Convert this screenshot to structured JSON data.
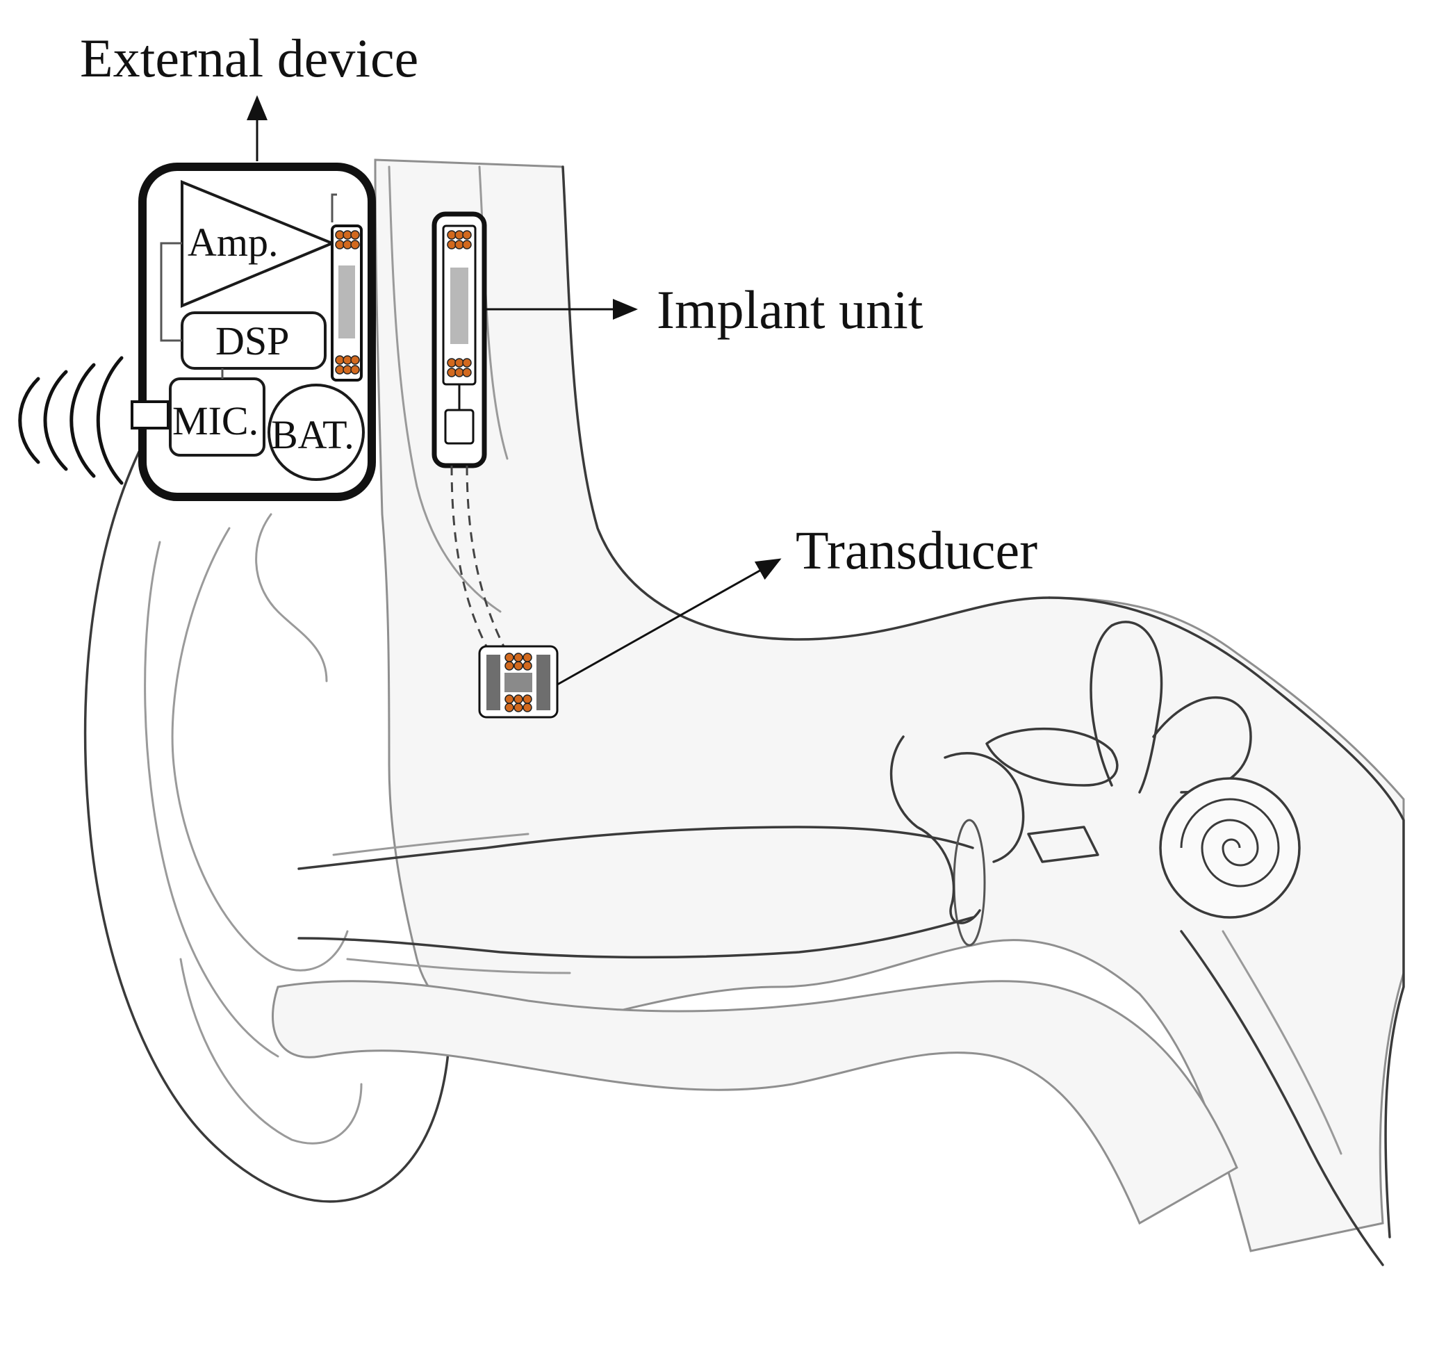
{
  "callouts": {
    "external_device": "External device",
    "implant_unit": "Implant unit",
    "transducer": "Transducer"
  },
  "blocks": {
    "amp": "Amp.",
    "dsp": "DSP",
    "mic": "MIC.",
    "bat": "BAT."
  },
  "colors": {
    "coil_winding": "#d2691e",
    "magnet_core": "#b8b8b8",
    "transducer_body": "#6e6e6e",
    "outline": "#1a1a1a"
  },
  "icons": {
    "sound_waves": "sound-waves-icon",
    "arrow": "arrow-icon"
  }
}
